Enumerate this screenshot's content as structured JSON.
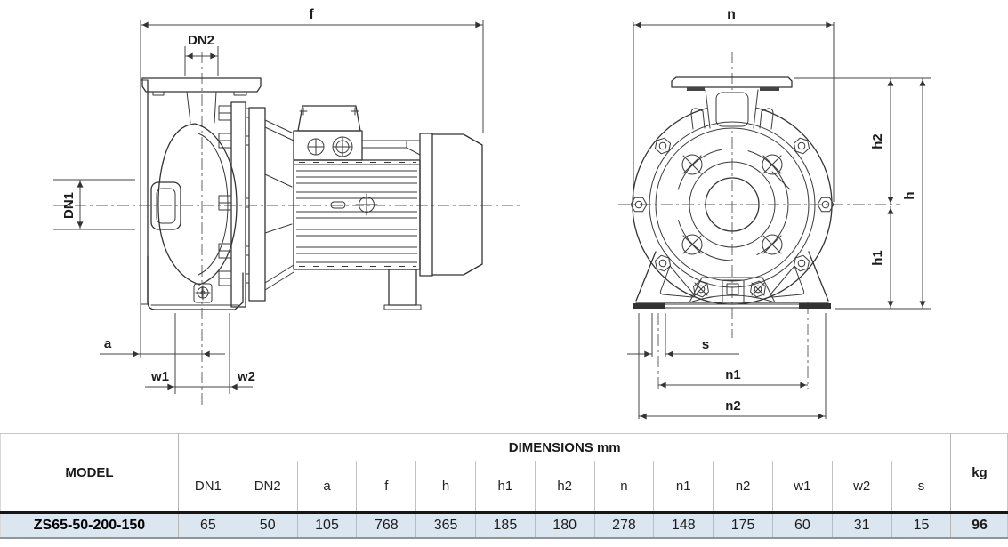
{
  "drawings": {
    "side_view": {
      "labels": {
        "f": "f",
        "dn2": "DN2",
        "dn1": "DN1",
        "a": "a",
        "w1": "w1",
        "w2": "w2"
      }
    },
    "front_view": {
      "labels": {
        "n": "n",
        "h2": "h2",
        "h": "h",
        "h1": "h1",
        "s": "s",
        "n1": "n1",
        "n2": "n2"
      }
    }
  },
  "table": {
    "model_header": "MODEL",
    "dimensions_header": "DIMENSIONS mm",
    "kg_header": "kg",
    "columns": [
      "DN1",
      "DN2",
      "a",
      "f",
      "h",
      "h1",
      "h2",
      "n",
      "n1",
      "n2",
      "w1",
      "w2",
      "s"
    ],
    "rows": [
      {
        "model": "ZS65-50-200-150",
        "values": [
          "65",
          "50",
          "105",
          "768",
          "365",
          "185",
          "180",
          "278",
          "148",
          "175",
          "60",
          "31",
          "15"
        ],
        "kg": "96"
      }
    ]
  },
  "colors": {
    "row_highlight": "#dce6f1",
    "heavy_rule": "#161616",
    "grid_line": "#c2c2c2"
  }
}
